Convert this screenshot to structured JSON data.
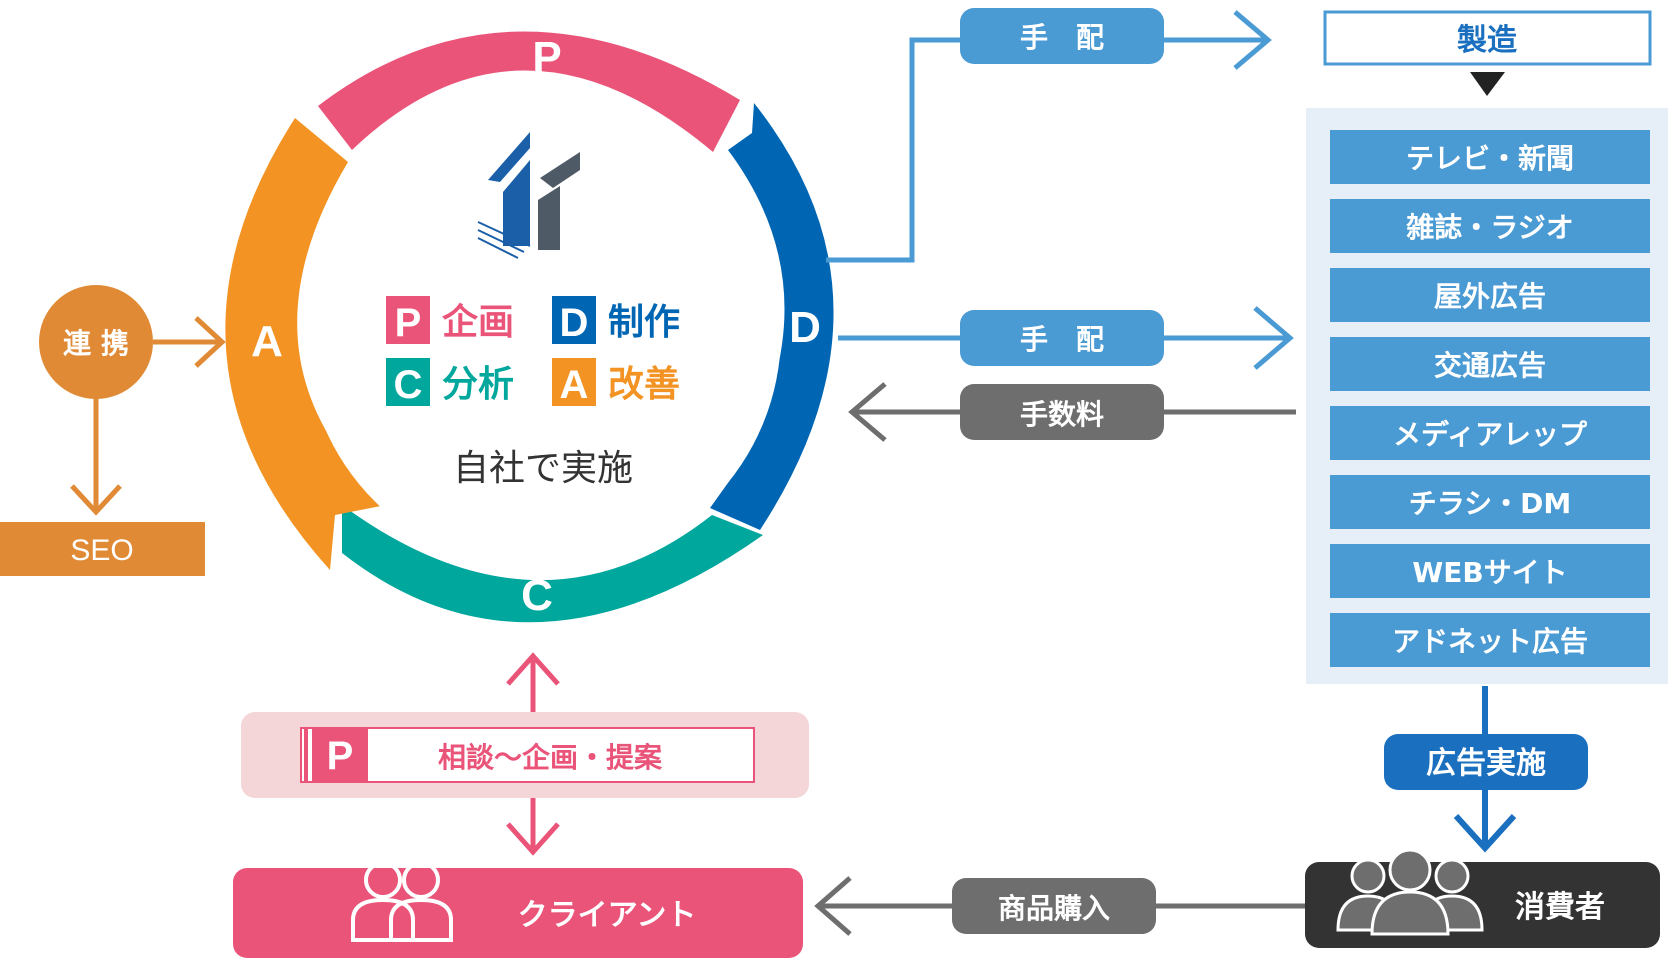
{
  "cycle": {
    "p_letter": "P",
    "d_letter": "D",
    "c_letter": "C",
    "a_letter": "A"
  },
  "center": {
    "legend": [
      {
        "letter": "P",
        "text": "企画"
      },
      {
        "letter": "D",
        "text": "制作"
      },
      {
        "letter": "C",
        "text": "分析"
      },
      {
        "letter": "A",
        "text": "改善"
      }
    ],
    "caption": "自社で実施"
  },
  "left": {
    "link_label": "連 携",
    "seo_label": "SEO"
  },
  "flow": {
    "tehai_top": "手　配",
    "tehai_mid": "手　配",
    "tesuuryou": "手数料",
    "seizou": "製造",
    "koukoku_jisshi": "広告実施",
    "shouhin_kounyuu": "商品購入"
  },
  "media": [
    "テレビ・新聞",
    "雑誌・ラジオ",
    "屋外広告",
    "交通広告",
    "メディアレップ",
    "チラシ・DM",
    "WEBサイト",
    "アドネット広告"
  ],
  "planning": {
    "letter": "P",
    "text": "相談〜企画・提案"
  },
  "client_label": "クライアント",
  "consumer_label": "消費者",
  "colors": {
    "p_pink": "#ea5479",
    "d_blue": "#0066b3",
    "c_teal": "#00a79d",
    "a_orange": "#f39323",
    "flow_blue": "#4a9ad4",
    "gray": "#6e6e6e",
    "seo_orange": "#e08a35"
  }
}
